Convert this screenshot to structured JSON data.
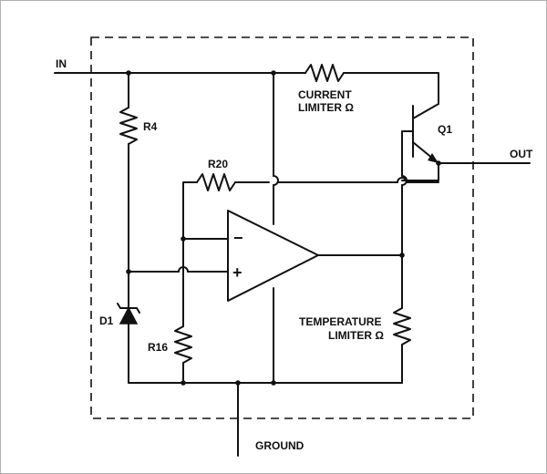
{
  "labels": {
    "in": "IN",
    "out": "OUT",
    "ground": "GROUND",
    "r4": "R4",
    "r20": "R20",
    "r16": "R16",
    "d1": "D1",
    "q1": "Q1",
    "current_limiter_line1": "CURRENT",
    "current_limiter_line2": "LIMITER Ω",
    "temp_limiter_line1": "TEMPERATURE",
    "temp_limiter_line2": "LIMITER Ω",
    "opamp_minus": "−",
    "opamp_plus": "+"
  }
}
